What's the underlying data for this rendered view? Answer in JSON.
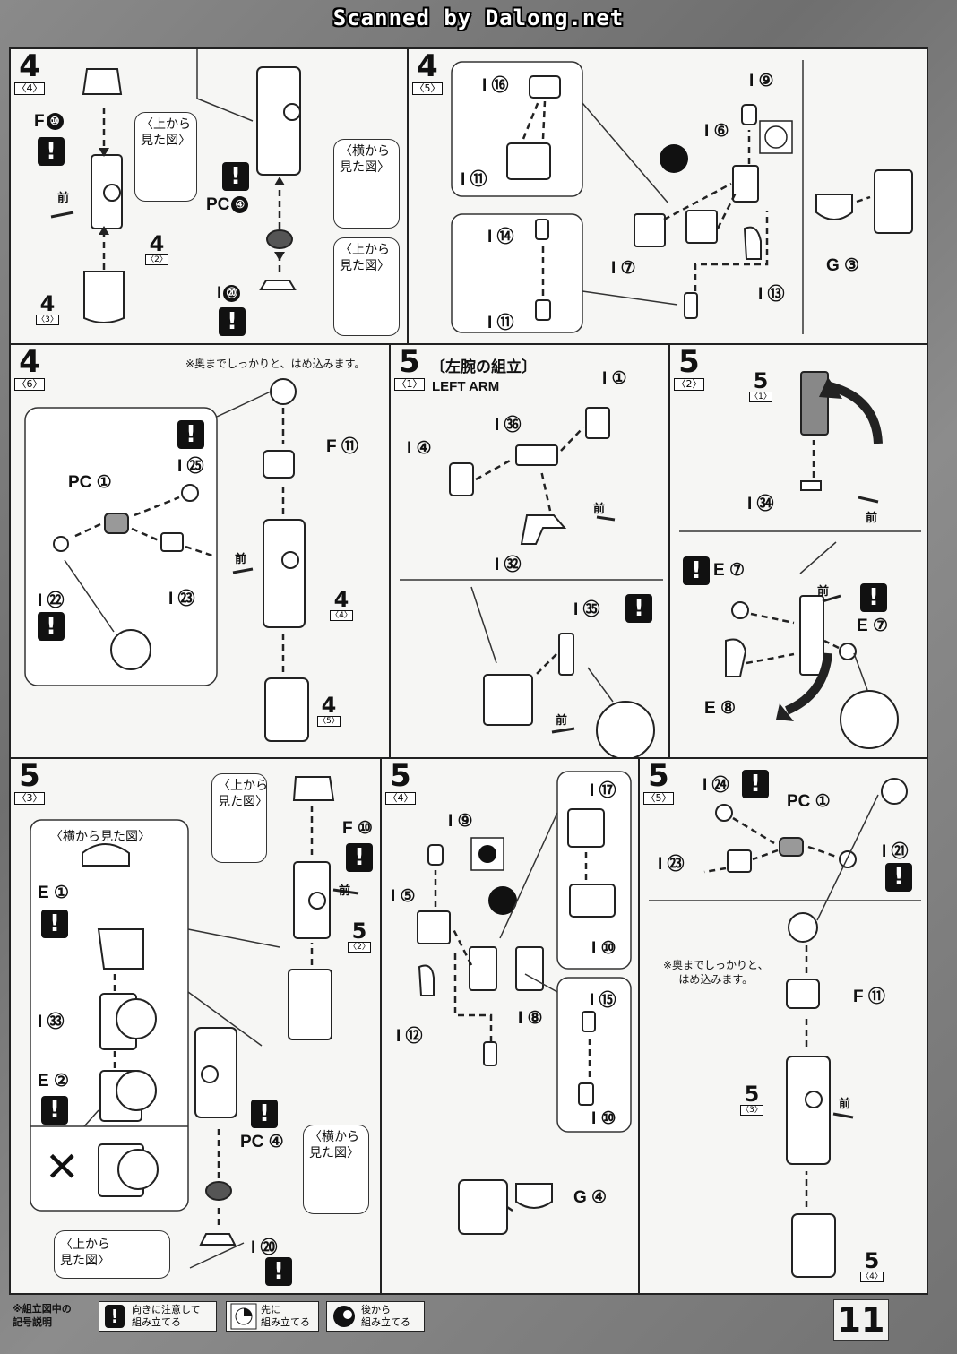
{
  "header": {
    "scan_credit": "Scanned by Dalong.net"
  },
  "panels": {
    "p4_4": {
      "step": "4",
      "sub": "〈4〉",
      "bubble_top": "〈上から\n見た図〉",
      "bubble_side": "〈横から\n見た図〉",
      "bubble_top2": "〈上から\n見た図〉",
      "front": "前",
      "parts": {
        "f": "F",
        "f_num": "⑩",
        "pc": "PC",
        "pc_num": "④",
        "i": "I",
        "i_num": "⑳"
      },
      "refs": [
        {
          "n": "4",
          "s": "〈2〉"
        },
        {
          "n": "4",
          "s": "〈3〉"
        }
      ]
    },
    "p4_5": {
      "step": "4",
      "sub": "〈5〉",
      "parts": [
        "I ⑯",
        "I ⑪",
        "I ⑨",
        "I ⑥",
        "I ⑭",
        "I ⑪",
        "I ⑦",
        "I ⑬",
        "G ③"
      ]
    },
    "p4_6": {
      "step": "4",
      "sub": "〈6〉",
      "note": "※奥までしっかりと、はめ込みます。",
      "front": "前",
      "parts": [
        "F ⑪",
        "I ㉕",
        "PC ①",
        "I ㉓",
        "I ㉒"
      ],
      "refs": [
        {
          "n": "4",
          "s": "〈4〉"
        },
        {
          "n": "4",
          "s": "〈5〉"
        }
      ]
    },
    "p5_1": {
      "step": "5",
      "sub": "〈1〉",
      "title": "〔左腕の組立〕",
      "title_en": "LEFT ARM",
      "front": "前",
      "front2": "前",
      "parts": [
        "I ①",
        "I ㊱",
        "I ④",
        "I ㉜",
        "I ㉟"
      ]
    },
    "p5_2": {
      "step": "5",
      "sub": "〈2〉",
      "front": "前",
      "front2": "前",
      "parts": [
        "I ㉞",
        "E ⑦",
        "E ⑦",
        "E ⑧"
      ],
      "refs": [
        {
          "n": "5",
          "s": "〈1〉"
        }
      ]
    },
    "p5_3": {
      "step": "5",
      "sub": "〈3〉",
      "bubble_side": "〈横から見た図〉",
      "bubble_top": "〈上から\n見た図〉",
      "bubble_side2": "〈横から\n見た図〉",
      "bubble_top2": "〈上から\n見た図〉",
      "front": "前",
      "parts": [
        "E ①",
        "I ㉝",
        "E ②",
        "F ⑩",
        "PC ④",
        "I ⑳"
      ],
      "refs": [
        {
          "n": "5",
          "s": "〈2〉"
        }
      ]
    },
    "p5_4": {
      "step": "5",
      "sub": "〈4〉",
      "parts": [
        "I ⑨",
        "I ⑤",
        "I ⑰",
        "I ⑩",
        "I ⑫",
        "I ⑧",
        "I ⑮",
        "I ⑩",
        "G ④"
      ]
    },
    "p5_5": {
      "step": "5",
      "sub": "〈5〉",
      "note": "※奥までしっかりと、\nはめ込みます。",
      "front": "前",
      "parts": [
        "I ㉔",
        "PC ①",
        "I ㉑",
        "I ㉓",
        "F ⑪"
      ],
      "refs": [
        {
          "n": "5",
          "s": "〈3〉"
        },
        {
          "n": "5",
          "s": "〈4〉"
        }
      ]
    }
  },
  "legend": {
    "title": "※組立図中の\n記号説明",
    "items": [
      {
        "icon": "warning-icon",
        "text": "向きに注意して\n組み立てる"
      },
      {
        "icon": "front-first-icon",
        "text": "先に\n組み立てる"
      },
      {
        "icon": "back-later-icon",
        "text": "後から\n組み立てる"
      }
    ]
  },
  "page_number": "11",
  "colors": {
    "ink": "#111111",
    "paper": "#f6f6f4",
    "scan_bg": "#7e7e7e"
  }
}
